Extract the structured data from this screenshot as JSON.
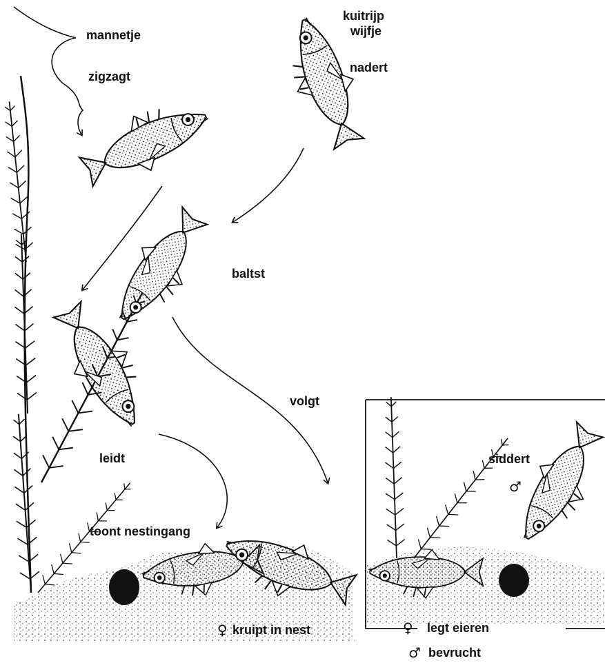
{
  "labels": {
    "mannetje": "mannetje",
    "zigzagt": "zigzagt",
    "kuitrijp": "kuitrijp",
    "wijfje": "wijfje",
    "nadert": "nadert",
    "baltst": "baltst",
    "leidt": "leidt",
    "volgt": "volgt",
    "toont_nestingang": "toont nestingang",
    "siddert": "siddert",
    "kruipt_in_nest": "kruipt in nest",
    "legt_eieren": "legt eieren",
    "bevrucht": "bevrucht"
  },
  "symbols": {
    "female": "♀",
    "male": "♂"
  }
}
